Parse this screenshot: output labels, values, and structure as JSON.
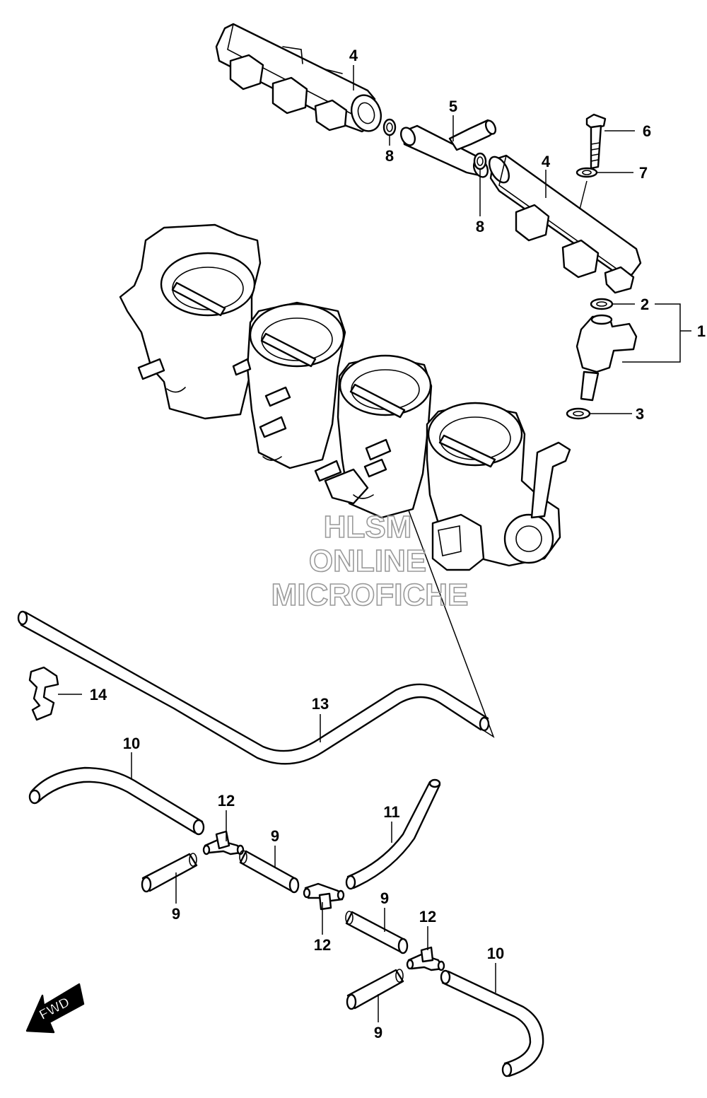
{
  "watermark": {
    "line1": "HLSM",
    "line2": "ONLINE",
    "line3": "MICROFICHE"
  },
  "direction_badge": "FWD",
  "callouts": [
    {
      "id": "c1",
      "label": "1"
    },
    {
      "id": "c2",
      "label": "2"
    },
    {
      "id": "c3",
      "label": "3"
    },
    {
      "id": "c4a",
      "label": "4"
    },
    {
      "id": "c4b",
      "label": "4"
    },
    {
      "id": "c5",
      "label": "5"
    },
    {
      "id": "c6",
      "label": "6"
    },
    {
      "id": "c7",
      "label": "7"
    },
    {
      "id": "c8a",
      "label": "8"
    },
    {
      "id": "c8b",
      "label": "8"
    },
    {
      "id": "c9a",
      "label": "9"
    },
    {
      "id": "c9b",
      "label": "9"
    },
    {
      "id": "c9c",
      "label": "9"
    },
    {
      "id": "c9d",
      "label": "9"
    },
    {
      "id": "c10a",
      "label": "10"
    },
    {
      "id": "c10b",
      "label": "10"
    },
    {
      "id": "c11",
      "label": "11"
    },
    {
      "id": "c12a",
      "label": "12"
    },
    {
      "id": "c12b",
      "label": "12"
    },
    {
      "id": "c12c",
      "label": "12"
    },
    {
      "id": "c13",
      "label": "13"
    },
    {
      "id": "c14",
      "label": "14"
    }
  ]
}
